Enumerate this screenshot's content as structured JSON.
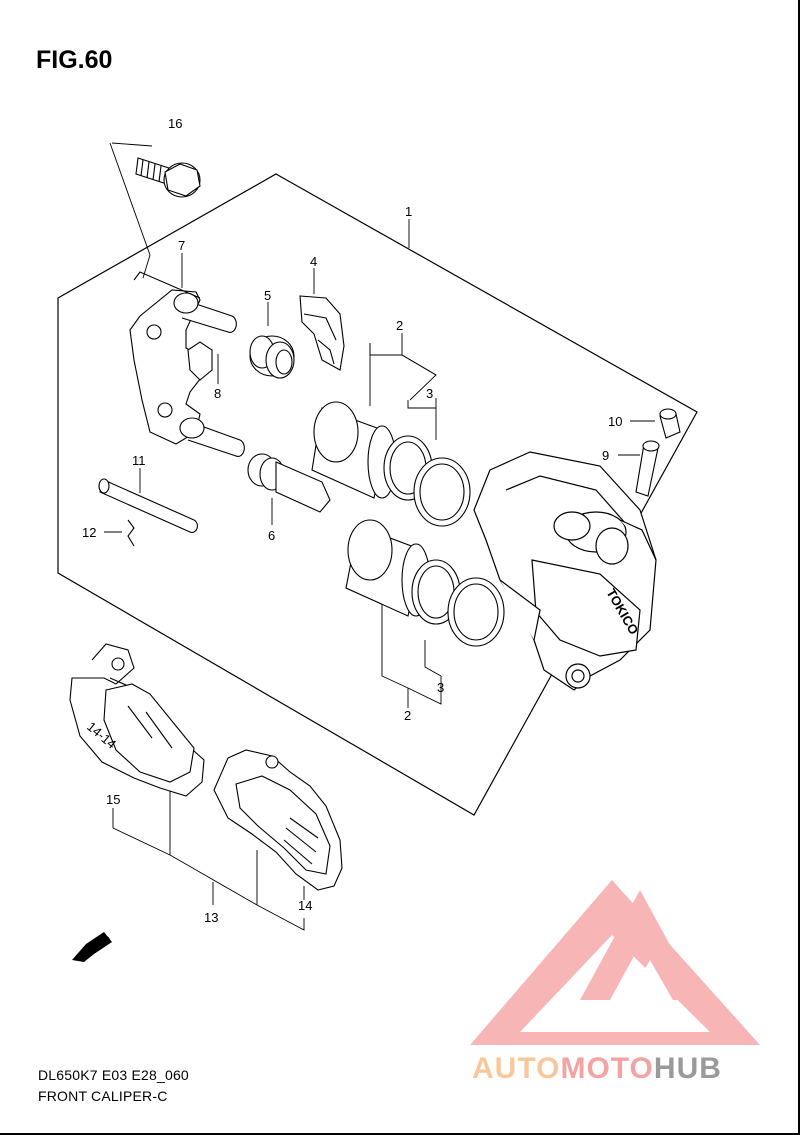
{
  "figure": {
    "title": "FIG.60",
    "code": "DL650K7 E03 E28_060",
    "name": "FRONT CALIPER-C"
  },
  "callouts": {
    "c1": "1",
    "c2a": "2",
    "c2b": "2",
    "c3a": "3",
    "c3b": "3",
    "c4": "4",
    "c5": "5",
    "c6": "6",
    "c7": "7",
    "c8": "8",
    "c9": "9",
    "c10": "10",
    "c11": "11",
    "c12": "12",
    "c13": "13",
    "c14": "14",
    "c15": "15",
    "c16": "16"
  },
  "marks": {
    "fwd": "FWD",
    "caliper_brand": "TOKICO",
    "pad_mark": "14-14"
  },
  "watermark": {
    "part1": "AUTO",
    "part2": "MOTO",
    "part3": "HUB",
    "colors": {
      "orange": "#f9c89a",
      "red": "#f4a3a3",
      "gray": "#9a9a9a"
    }
  }
}
